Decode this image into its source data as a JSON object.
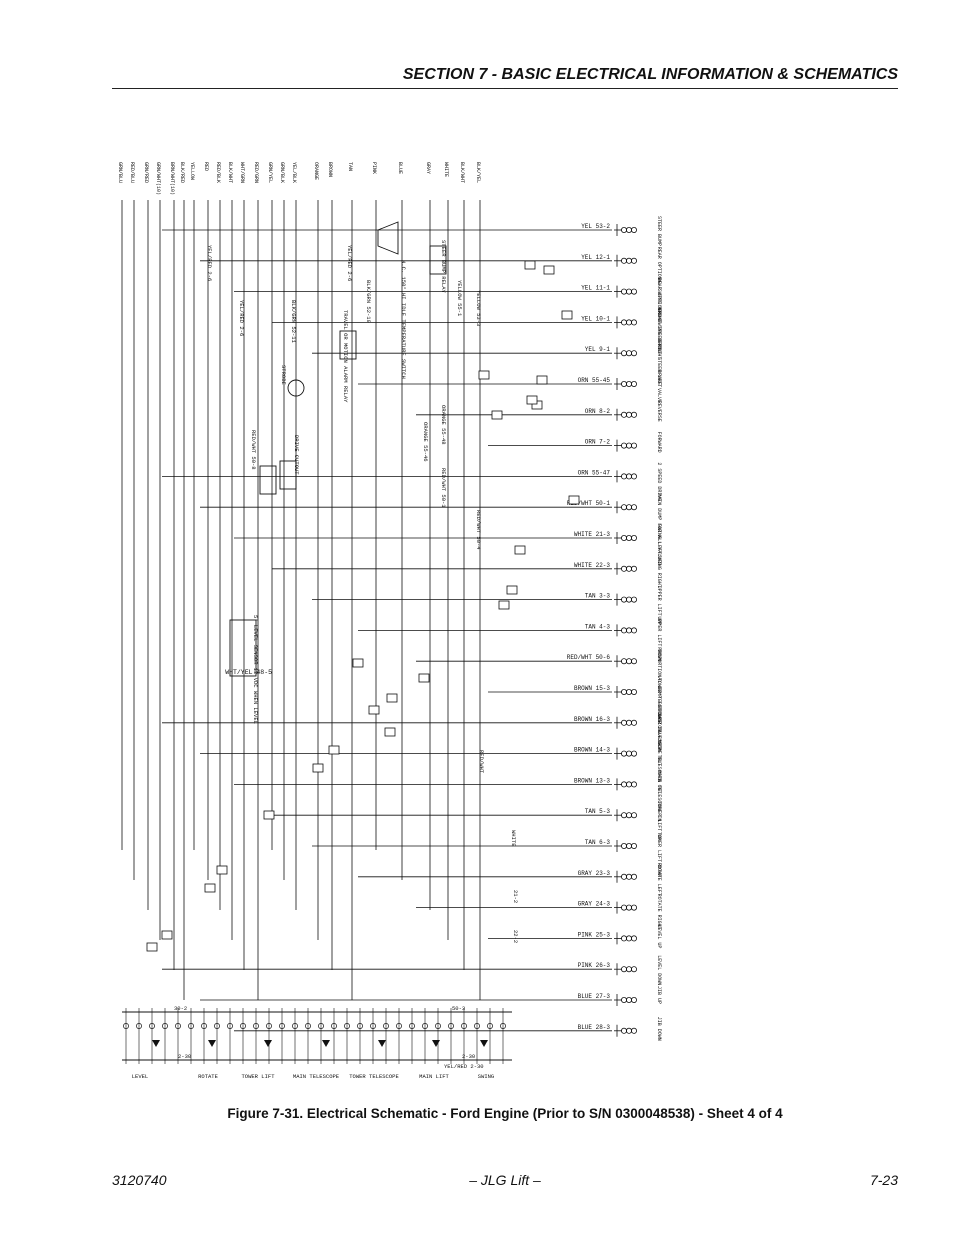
{
  "header": {
    "section_title": "SECTION 7 - BASIC ELECTRICAL INFORMATION & SCHEMATICS"
  },
  "figure": {
    "caption": "Figure 7-31.  Electrical Schematic - Ford Engine (Prior to S/N 0300048538) - Sheet 4 of 4",
    "top_wire_labels": [
      "GRN/BLU",
      "RED/BLU",
      "GRN/RED",
      "GRN/WHT(10)",
      "BRN/WHT(10)",
      "BLK/RED",
      "YELLOW",
      "RED",
      "RED/BLK",
      "BLK/WHT",
      "WHT/GRN",
      "RED/GRN",
      "GRN/YEL",
      "GRN/BLK",
      "YEL/BLK",
      "ORANGE",
      "BROWN",
      "TAN",
      "PINK",
      "BLUE",
      "GRAY",
      "WHITE",
      "BLK/WHT",
      "BLK/YEL"
    ],
    "right_wires": [
      "YEL 53-2",
      "YEL 12-1",
      "YEL 11-1",
      "YEL 10-1",
      "YEL 9-1",
      "ORN 55-45",
      "ORN 8-2",
      "ORN 7-2",
      "ORN 55-47",
      "RED/WHT 50-1",
      "WHITE 21-3",
      "WHITE 22-3",
      "TAN 3-3",
      "TAN 4-3",
      "RED/WHT 50-6",
      "BROWN 15-3",
      "BROWN 16-3",
      "BROWN 14-3",
      "BROWN 13-3",
      "TAN 5-3",
      "TAN 6-3",
      "GRAY 23-3",
      "GRAY 24-3",
      "PINK 25-3",
      "PINK 26-3",
      "BLUE 27-3",
      "BLUE 28-3"
    ],
    "right_functions": [
      "STEER BUMP",
      "REAR OPTIONAL SWING RIGHT",
      "REAR OPTIONAL SWING LEFT",
      "FRONT STEER RIGHT",
      "FRONT STEER LEFT",
      "BRAKE VALVE",
      "REVERSE",
      "FORWARD",
      "2 SPEED DRIVE",
      "MAIN DUMP FOR ALL VALVES",
      "SWING LEFT",
      "SWING RIGHT",
      "UPPER LIFT UP",
      "UPPER LIFT DOWN",
      "PROPORTIONAL DUMP FOR BASIC VALVES",
      "TOWER TELESCOPE IN",
      "TOWER TELESCOPE OUT",
      "MAIN TELESCOPE OUT",
      "MAIN TELESCOPE IN",
      "TOWER LIFT UP",
      "TOWER LIFT DOWN",
      "ROTATE LEFT",
      "ROTATE RIGHT",
      "LEVEL UP",
      "LEVEL DOWN",
      "JIB UP",
      "JIB DOWN"
    ],
    "inline_labels": [
      "YEL/RED 2-6",
      "YEL/RED 2-6",
      "YEL/RED 2-6",
      "BLK/GRN 52-11",
      "STROBE",
      "N.C. 150° HI IDLE TEMPERATURE SWITCH",
      "RED/WHT 50-8",
      "BLK/GRN 52-10",
      "TRAVEL OR MOTION ALARM RELAY",
      "STEER BUMP RELAY",
      "YELLOW 55-1",
      "YELLOW 53-3",
      "ORANGE 55-48",
      "ORANGE 55-46",
      "RED/WHT 50-1",
      "RED/WHT 50-4",
      "DRIVE CUTOUT",
      "WHT/YEL 48-5",
      "5° LEVEL SENSOR 12 VDC WHEN LEVEL",
      "RED/WHT",
      "WHITE",
      "21-2",
      "22-2"
    ],
    "bottom_labels": [
      "LEVEL",
      "ROTATE",
      "TOWER LIFT",
      "MAIN TELESCOPE",
      "TOWER TELESCOPE",
      "MAIN LIFT",
      "SWING"
    ],
    "bottom_inline": [
      "30-2",
      "2-30",
      "50-3",
      "2-30",
      "YEL/RED 2-30"
    ]
  },
  "footer": {
    "doc_number": "3120740",
    "center": "– JLG Lift –",
    "page": "7-23"
  }
}
